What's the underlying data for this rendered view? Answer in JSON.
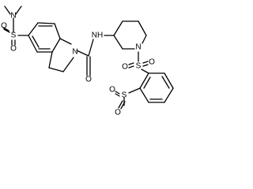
{
  "molecule": {
    "labels": {
      "n_dimethyl": "N",
      "s_sulfonamide": "S",
      "o_sulfonamide_top": "O",
      "o_sulfonamide_bottom": "O",
      "n_indoline": "N",
      "o_amide": "O",
      "nh_amide": "NH",
      "n_piperidine": "N",
      "s_sulfonyl": "S",
      "o_sulfonyl_left": "O",
      "o_sulfonyl_right": "O",
      "s_methylsulfonyl": "S",
      "o_methylsulfonyl_left": "O",
      "o_methylsulfonyl_bottom": "O"
    }
  }
}
